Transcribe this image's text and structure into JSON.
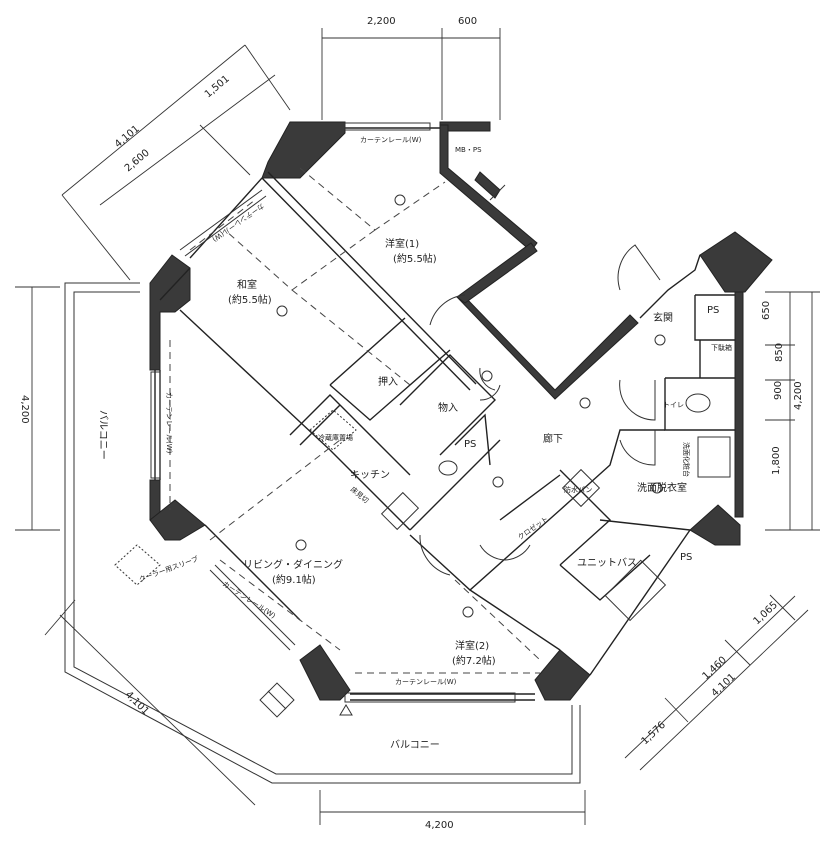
{
  "rooms": {
    "western1": {
      "name": "洋室(1)",
      "size": "(約5.5帖)"
    },
    "japanese": {
      "name": "和室",
      "size": "(約5.5帖)"
    },
    "living": {
      "name": "リビング・ダイニング",
      "size": "(約9.1帖)"
    },
    "western2": {
      "name": "洋室(2)",
      "size": "(約7.2帖)"
    },
    "entrance": "玄関",
    "hallway": "廊下",
    "kitchen": "キッチン",
    "washroom": "洗面脱衣室",
    "unit_bath": "ユニットバス",
    "toilet": "トイレ",
    "closet_oshiire": "押入",
    "storage": "物入",
    "closet": "クロゼット",
    "mb_ps": "MB・PS",
    "ps": "PS",
    "shoe_box": "下駄箱",
    "fridge": "冷蔵庫置場",
    "vanity": "洗面化粧台",
    "waterproof_pan": "防水パン",
    "floor_edge": "床見切",
    "cooler_sleeve": "クーラー用スリーブ"
  },
  "labels": {
    "curtain_rail": "カーテンレール(W)",
    "balcony": "バルコニー"
  },
  "dimensions": {
    "top": [
      "2,200",
      "600"
    ],
    "top_left_diag": [
      "4,101",
      "2,600",
      "1,501"
    ],
    "left": "4,200",
    "right": [
      "650",
      "850",
      "900",
      "1,800"
    ],
    "right_total": "4,200",
    "bottom": "4,200",
    "bottom_left_diag": "4,101",
    "bottom_right_diag": [
      "1,576",
      "1,460",
      "1,065"
    ],
    "bottom_right_total": "4,101"
  }
}
